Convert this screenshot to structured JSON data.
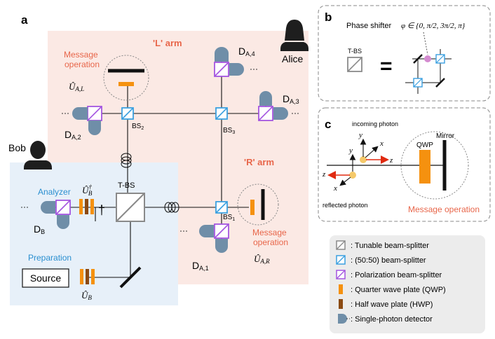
{
  "panels": {
    "a": "a",
    "b": "b",
    "c": "c"
  },
  "people": {
    "alice": "Alice",
    "bob": "Bob"
  },
  "arms": {
    "left": "'L' arm",
    "right": "'R' arm"
  },
  "main": {
    "message_op_l": [
      "Message",
      "operation"
    ],
    "u_al": "Û",
    "u_al_sub": "A,L",
    "message_op_r": [
      "Message",
      "operation"
    ],
    "u_ar": "Û",
    "u_ar_sub": "A,R",
    "tbs": "T-BS",
    "bs1": "BS",
    "bs1_sub": "1",
    "bs2": "BS",
    "bs2_sub": "2",
    "bs3": "BS",
    "bs3_sub": "3",
    "d_a1": "D",
    "d_a1_sub": "A,1",
    "d_a2": "D",
    "d_a2_sub": "A,2",
    "d_a3": "D",
    "d_a3_sub": "A,3",
    "d_a4": "D",
    "d_a4_sub": "A,4",
    "d_b": "D",
    "d_b_sub": "B",
    "analyzer": "Analyzer",
    "u_b_dag": "Û",
    "u_b_dag_sub": "B",
    "u_b_dag_sup": "†",
    "dagger": "†",
    "preparation": "Preparation",
    "source": "Source",
    "u_b": "Û",
    "u_b_sub": "B"
  },
  "panel_b": {
    "phase_shifter": "Phase shifter",
    "phi_expr": "φ ∈ {0, π/2, 3π/2, π}",
    "tbs": "T-BS",
    "equals": "="
  },
  "panel_c": {
    "incoming": "incoming photon",
    "reflected": "reflected photon",
    "qwp": "QWP",
    "mirror": "Mirror",
    "message_op": "Message operation",
    "axis_x": "x",
    "axis_y": "y",
    "axis_z": "z"
  },
  "legend": [
    ": Tunable beam-splitter",
    ": (50:50) beam-splitter",
    ": Polarization beam-splitter",
    ": Quarter wave plate (QWP)",
    ": Half wave plate (HWP)",
    ": Single-photon detector"
  ],
  "colors": {
    "pink_region": "#fbe9e4",
    "blue_region": "#e7f0f9",
    "message_red": "#e8664a",
    "label_blue": "#2a8fd0",
    "bs_blue": "#3aa0e0",
    "pbs_purple": "#a455e0",
    "tbs_gray": "#8a8a8a",
    "qwp_orange": "#f5910f",
    "hwp_brown": "#8b4a12",
    "detector": "#6f8ea8",
    "phase_pink": "#d48bd0"
  }
}
